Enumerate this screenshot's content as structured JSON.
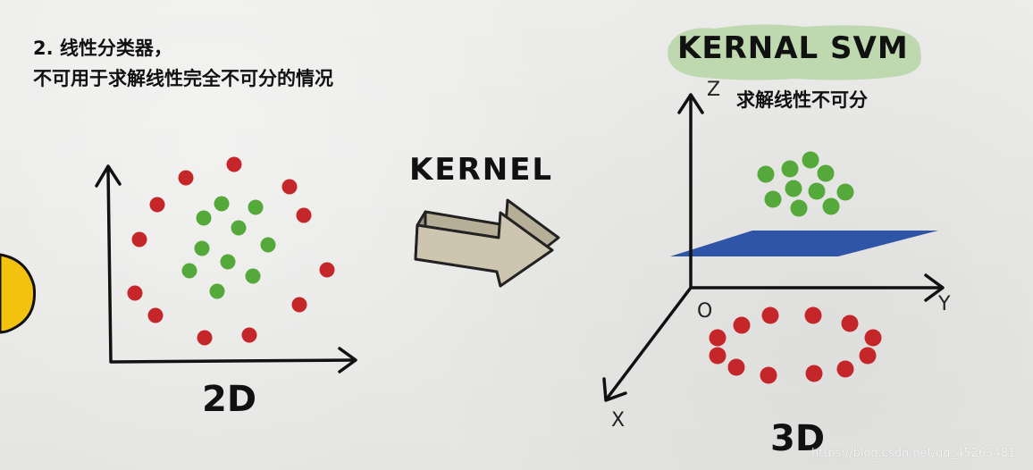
{
  "texts": {
    "heading_line1": "2. 线性分类器，",
    "heading_line2": "不可用于求解线性完全不可分的情况",
    "kernel_label": "KERNEL",
    "svm_title": "KERNAL SVM",
    "svm_subtitle": "求解线性不可分",
    "label_2d": "2D",
    "label_3d": "3D",
    "axis_z": "Z",
    "axis_y": "Y",
    "axis_x": "X",
    "axis_origin": "O",
    "watermark": "https://blog.csdn.net/qq_45263481"
  },
  "colors": {
    "red_dot": "#c4262a",
    "green_dot": "#55a83a",
    "plane": "#2f55a8",
    "arrow_fill": "#c9c1ac",
    "svm_highlight": "#b9d6a8",
    "yellow_shape": "#f2c20f"
  }
}
